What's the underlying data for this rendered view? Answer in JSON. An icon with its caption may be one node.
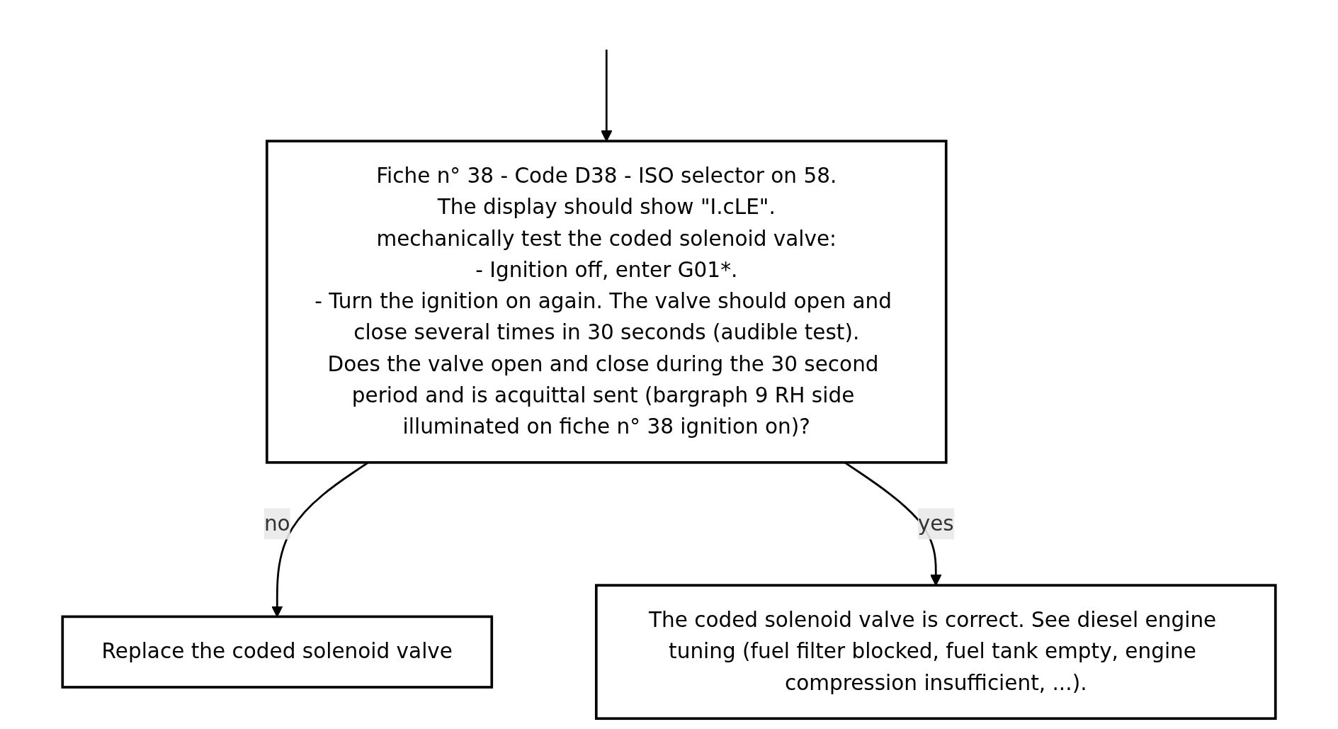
{
  "diagram": {
    "nodes": [
      {
        "text": [
          "Fiche n° 38 - Code D38 - ISO selector on 58.",
          "The display should show \"I.cLE\".",
          "mechanically test the coded solenoid valve:",
          "- Ignition off, enter G01*.",
          "- Turn the ignition on again. The valve should open and close several times in 30 seconds (audible test).",
          "Does the valve open and close during the 30 second period and is acquittal sent (bargraph 9 RH side illuminated on fiche n° 38 ignition on)?"
        ]
      },
      {
        "text": [
          "Replace the coded solenoid valve"
        ]
      },
      {
        "text": [
          "The coded solenoid valve is correct. See diesel engine tuning (fuel filter blocked, fuel tank empty, engine compression insufficient, ...)."
        ]
      }
    ],
    "edges": [
      {
        "from": null,
        "to": 0,
        "arrow": "to"
      },
      {
        "from": 0,
        "to": 1,
        "label": "no",
        "arrow": "to"
      },
      {
        "from": 0,
        "to": 2,
        "label": "yes",
        "arrow": "to"
      }
    ]
  }
}
